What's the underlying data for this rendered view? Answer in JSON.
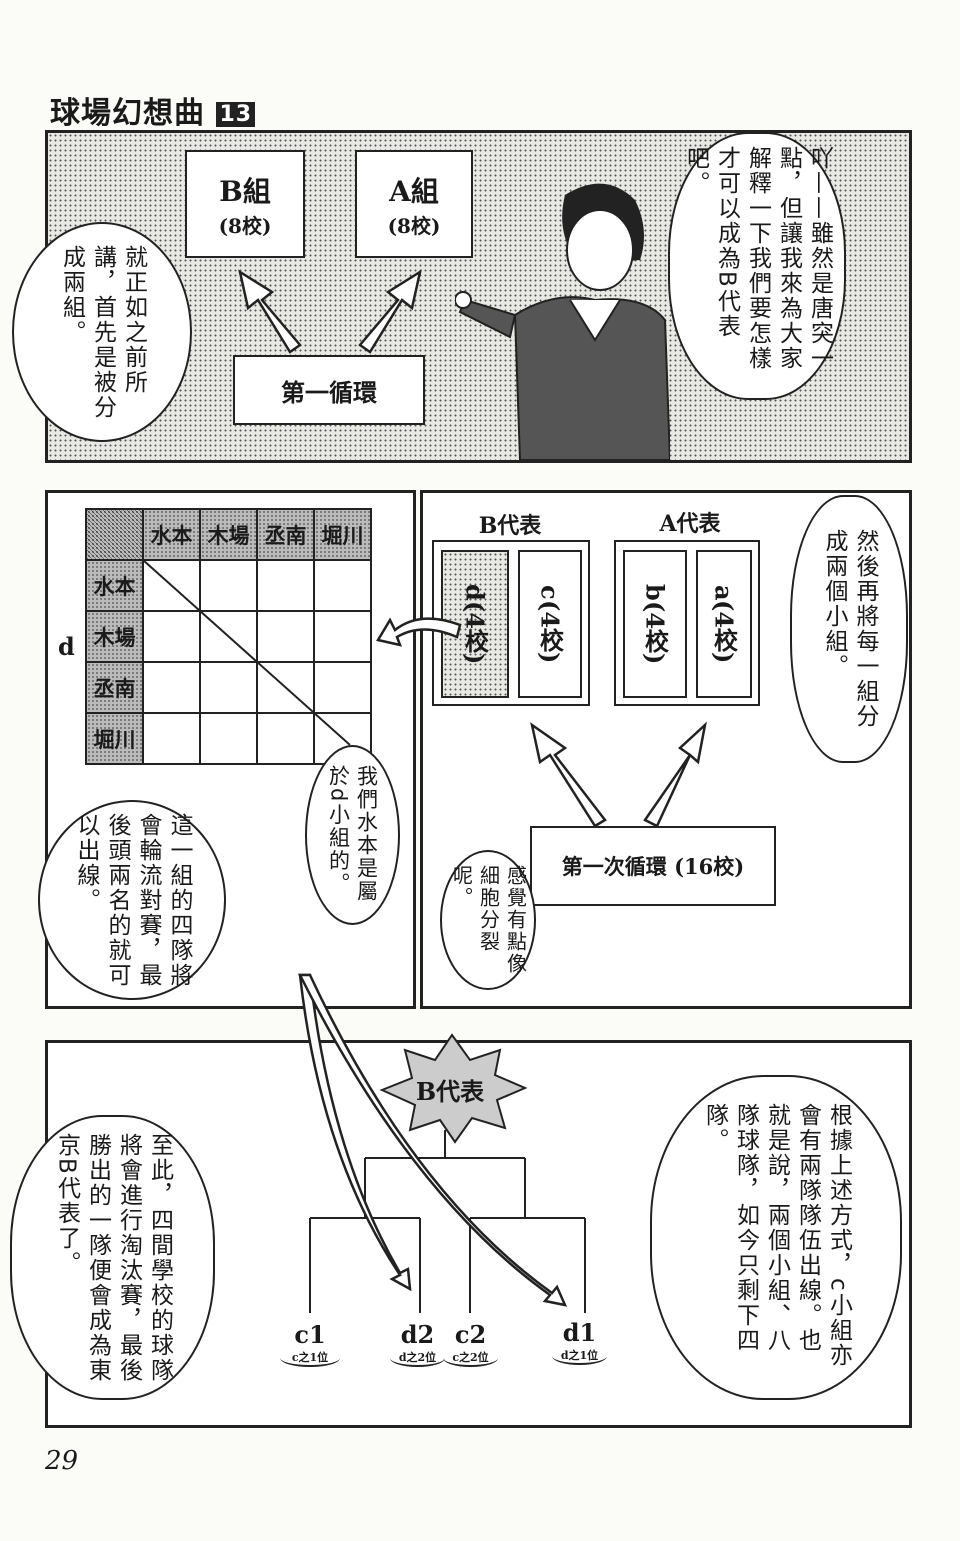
{
  "header": {
    "title": "球場幻想曲",
    "volume": "13"
  },
  "panel1": {
    "group_b": {
      "name": "B組",
      "count": "(8校)"
    },
    "group_a": {
      "name": "A組",
      "count": "(8校)"
    },
    "first_round": "第一循環",
    "bubble_left": "就正如之前所講，首先是被分成兩組。",
    "bubble_right": "吖——雖然是唐突一點，但讓我來為大家解釋一下我們要怎樣才可以成為B代表吧。"
  },
  "panel2": {
    "table": {
      "columns": [
        "水本",
        "木場",
        "丞南",
        "堀川"
      ],
      "rows": [
        "水本",
        "木場",
        "丞南",
        "堀川"
      ],
      "group_label": "d"
    },
    "bubble_mizumoto": "我們水本是屬於d小組的。",
    "bubble_league": "這一組的四隊將會輪流對賽，最後頭兩名的就可以出線。",
    "b_rep": "B代表",
    "a_rep": "A代表",
    "subgroups": [
      {
        "name": "d",
        "count": "(4校)"
      },
      {
        "name": "c",
        "count": "(4校)"
      },
      {
        "name": "b",
        "count": "(4校)"
      },
      {
        "name": "a",
        "count": "(4校)"
      }
    ],
    "bubble_split": "然後再將每一組分成兩個小組。",
    "first_round": "第一次循環 (16校)",
    "bubble_cell": "感覺有點像細胞分裂呢。"
  },
  "panel3": {
    "star": "B代表",
    "bubble_left": "至此，四間學校的球隊將會進行淘汰賽，最後勝出的一隊便會成為東京B代表了。",
    "bubble_right1": "根據上述方式，c小組亦會有兩隊隊伍出線。",
    "bubble_right2": "也就是說，兩個小組、八隊球隊，如今只剩下四隊。",
    "slots": [
      {
        "code": "c1",
        "desc": "c之1位"
      },
      {
        "code": "d2",
        "desc": "d之2位"
      },
      {
        "code": "c2",
        "desc": "c之2位"
      },
      {
        "code": "d1",
        "desc": "d之1位"
      }
    ]
  },
  "page_number": "29"
}
